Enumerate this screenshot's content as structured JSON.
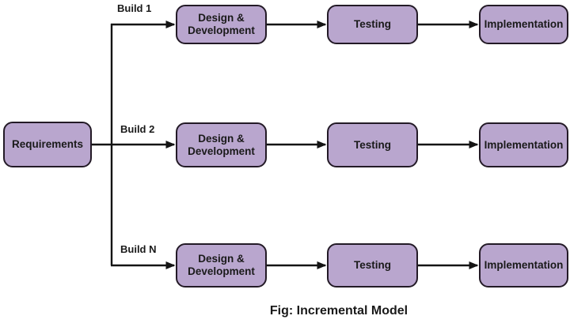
{
  "diagram": {
    "root": {
      "label": "Requirements"
    },
    "builds": [
      {
        "name": "Build 1",
        "steps": [
          "Design & Development",
          "Testing",
          "Implementation"
        ]
      },
      {
        "name": "Build 2",
        "steps": [
          "Design & Development",
          "Testing",
          "Implementation"
        ]
      },
      {
        "name": "Build N",
        "steps": [
          "Design & Development",
          "Testing",
          "Implementation"
        ]
      }
    ],
    "caption": "Fig: Incremental Model",
    "colors": {
      "node_fill": "#b9a6ce",
      "node_border": "#231a26",
      "connector": "#141414",
      "text": "#1a1a1a",
      "background": "#ffffff"
    }
  }
}
